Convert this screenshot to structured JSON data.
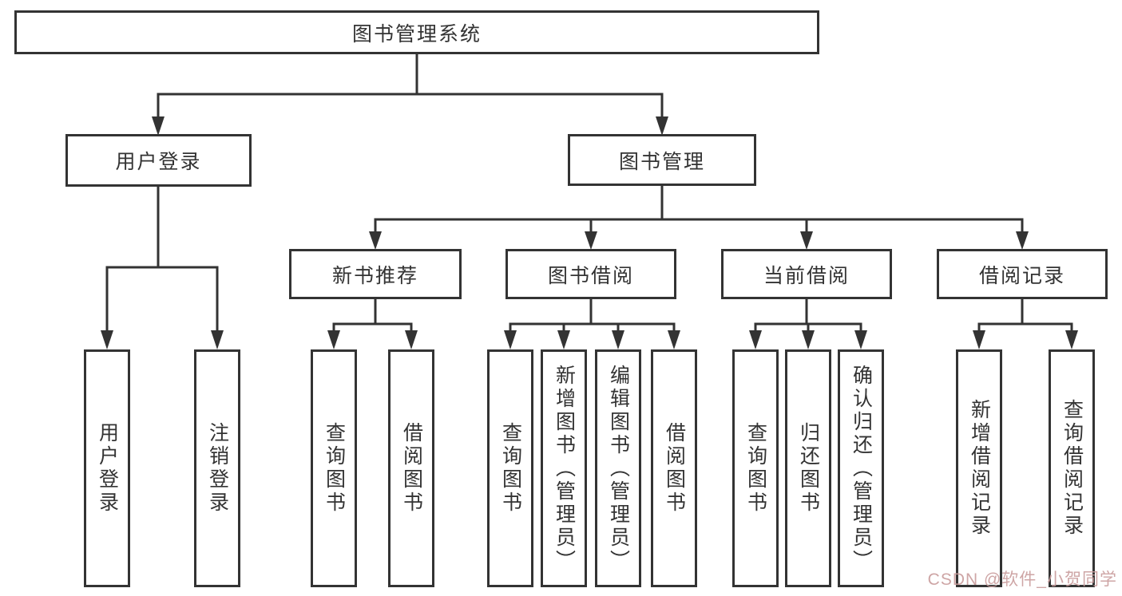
{
  "tree": {
    "root": "图书管理系统",
    "level1": [
      "用户登录",
      "图书管理"
    ],
    "level2": [
      "新书推荐",
      "图书借阅",
      "当前借阅",
      "借阅记录"
    ],
    "leaves": {
      "user": [
        "用户登录",
        "注销登录"
      ],
      "recommend": [
        "查询图书",
        "借阅图书"
      ],
      "borrow": [
        "查询图书",
        "新增图书（管理员）",
        "编辑图书（管理员）",
        "借阅图书"
      ],
      "current": [
        "查询图书",
        "归还图书",
        "确认归还（管理员）"
      ],
      "records": [
        "新增借阅记录",
        "查询借阅记录"
      ]
    }
  },
  "watermark": "CSDN @软件_小贺同学",
  "colors": {
    "line": "#333333",
    "box_border": "#333333",
    "box_background": "#ffffff",
    "text": "#333333",
    "watermark": "#c99b9b"
  }
}
